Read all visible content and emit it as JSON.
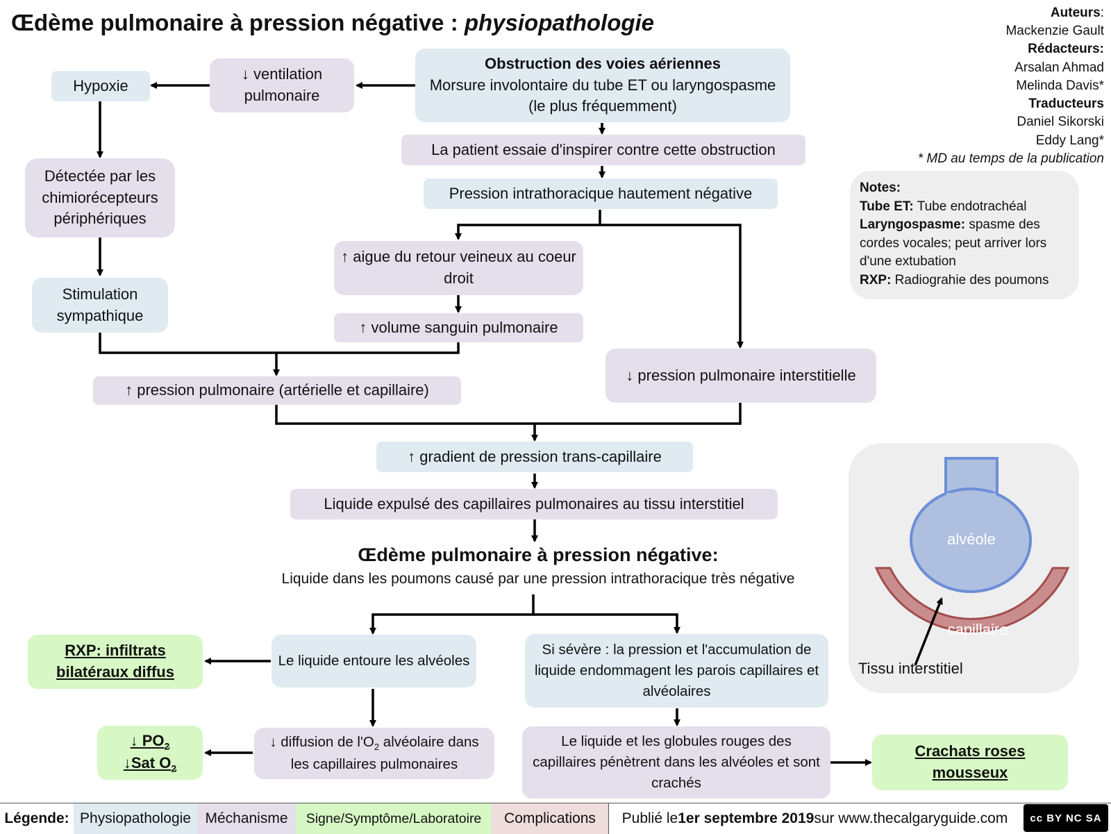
{
  "title": {
    "main": "Œdème pulmonaire à pression négative : ",
    "italic": "physiopathologie"
  },
  "credits": {
    "authors_heading": "Auteurs",
    "authors": [
      "Mackenzie Gault"
    ],
    "editors_heading": "Rédacteurs:",
    "editors": [
      "Arsalan Ahmad",
      "Melinda Davis*"
    ],
    "translators_heading": "Traducteurs",
    "translators": [
      "Daniel Sikorski",
      "Eddy Lang*"
    ],
    "footnote": "* MD au temps de la publication"
  },
  "notes": {
    "heading": "Notes:",
    "items": [
      {
        "term": "Tube ET:",
        "def": " Tube endotrachéal"
      },
      {
        "term": "Laryngospasme:",
        "def": " spasme des cordes vocales; peut arriver lors d'une extubation"
      },
      {
        "term": "RXP:",
        "def": " Radiograhie des poumons"
      }
    ]
  },
  "boxes": {
    "obstruction_title": "Obstruction des voies aériennes",
    "obstruction_body": "Morsure involontaire du tube ET ou laryngospasme (le plus fréquemment)",
    "ventilation": "↓ ventilation pulmonaire",
    "hypoxie": "Hypoxie",
    "chemo": "Détectée par les chimiorécepteurs périphériques",
    "sympathique": "Stimulation sympathique",
    "inspire": "La patient essaie d'inspirer contre cette obstruction",
    "pression_intra": "Pression intrathoracique hautement négative",
    "retour_veineux": "↑  aigue du retour veineux au coeur droit",
    "volume_sanguin": "↑ volume sanguin pulmonaire",
    "pression_pulm_up": "↑ pression pulmonaire (artérielle et capillaire)",
    "pression_interst": "↓ pression pulmonaire interstitielle",
    "gradient": "↑ gradient de pression trans-capillaire",
    "liquide_expulse": "Liquide expulsé des capillaires pulmonaires au tissu interstitiel",
    "center_title": "Œdème pulmonaire à pression négative:",
    "center_sub": "Liquide dans les poumons causé par une pression intrathoracique très négative",
    "entoure": "Le liquide entoure les alvéoles",
    "severe": "Si sévère : la pression et l'accumulation de liquide endommagent les parois capillaires et alvéolaires",
    "rxp": "RXP: infiltrats bilatéraux diffus",
    "diffusion_pre": "↓ diffusion de l'O",
    "diffusion_sub": "2",
    "diffusion_post": " alvéolaire dans les capillaires pulmonaires",
    "po2_line1": "↓ PO",
    "po2_sub": "2",
    "po2_line2": "↓Sat O",
    "sat_sub": "2",
    "globules": "Le liquide et les globules rouges des capillaires pénètrent dans les alvéoles et sont crachés",
    "crachats": "Crachats roses mousseux"
  },
  "illustration": {
    "alveole": "alvéole",
    "capillaire": "capillaire",
    "tissu": "Tissu interstitiel"
  },
  "legend": {
    "label": "Légende:",
    "physio": "Physiopathologie",
    "meca": "Méchanisme",
    "signe": "Signe/Symptôme/Laboratoire",
    "compl": "Complications",
    "pub_pre": "Publié le ",
    "pub_date": "1er septembre 2019",
    "pub_post": " sur www.thecalgaryguide.com",
    "license": "cc BY NC SA"
  },
  "colors": {
    "physiopathologie": "#dfebf1",
    "mechanisme": "#e5dfeb",
    "signe": "#d7f8c4",
    "complications": "#efdcdc"
  }
}
